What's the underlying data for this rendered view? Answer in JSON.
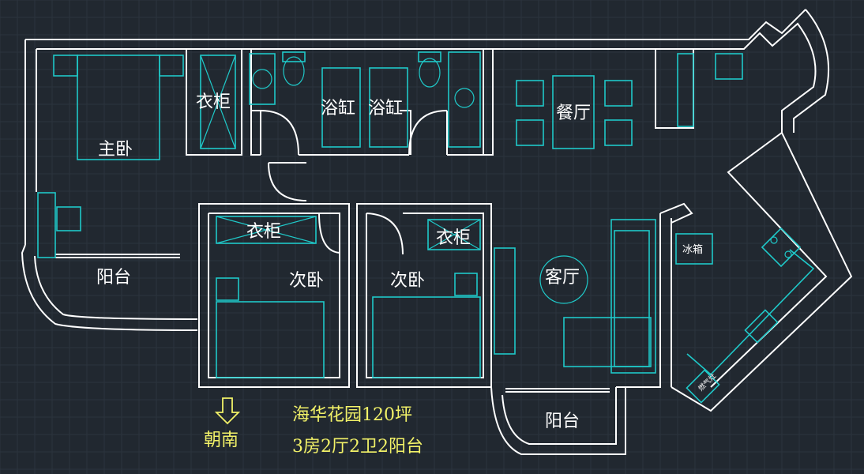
{
  "rooms": {
    "master_bedroom": "主卧",
    "wardrobe_master": "衣柜",
    "bathtub_left": "浴缸",
    "bathtub_right": "浴缸",
    "dining_room": "餐厅",
    "balcony_west": "阳台",
    "wardrobe_second_a": "衣柜",
    "second_bedroom_a": "次卧",
    "wardrobe_second_b": "衣柜",
    "second_bedroom_b": "次卧",
    "living_room": "客厅",
    "refrigerator": "冰箱",
    "balcony_south": "阳台",
    "gas_stove": "燃气灶"
  },
  "orientation": "朝南",
  "caption": {
    "line1": "海华花园120坪",
    "line2": "3房2厅2卫2阳台"
  },
  "colors": {
    "background": "#212830",
    "walls": "#ffffff",
    "furniture": "#1fc9c9",
    "caption": "#f2f268"
  }
}
